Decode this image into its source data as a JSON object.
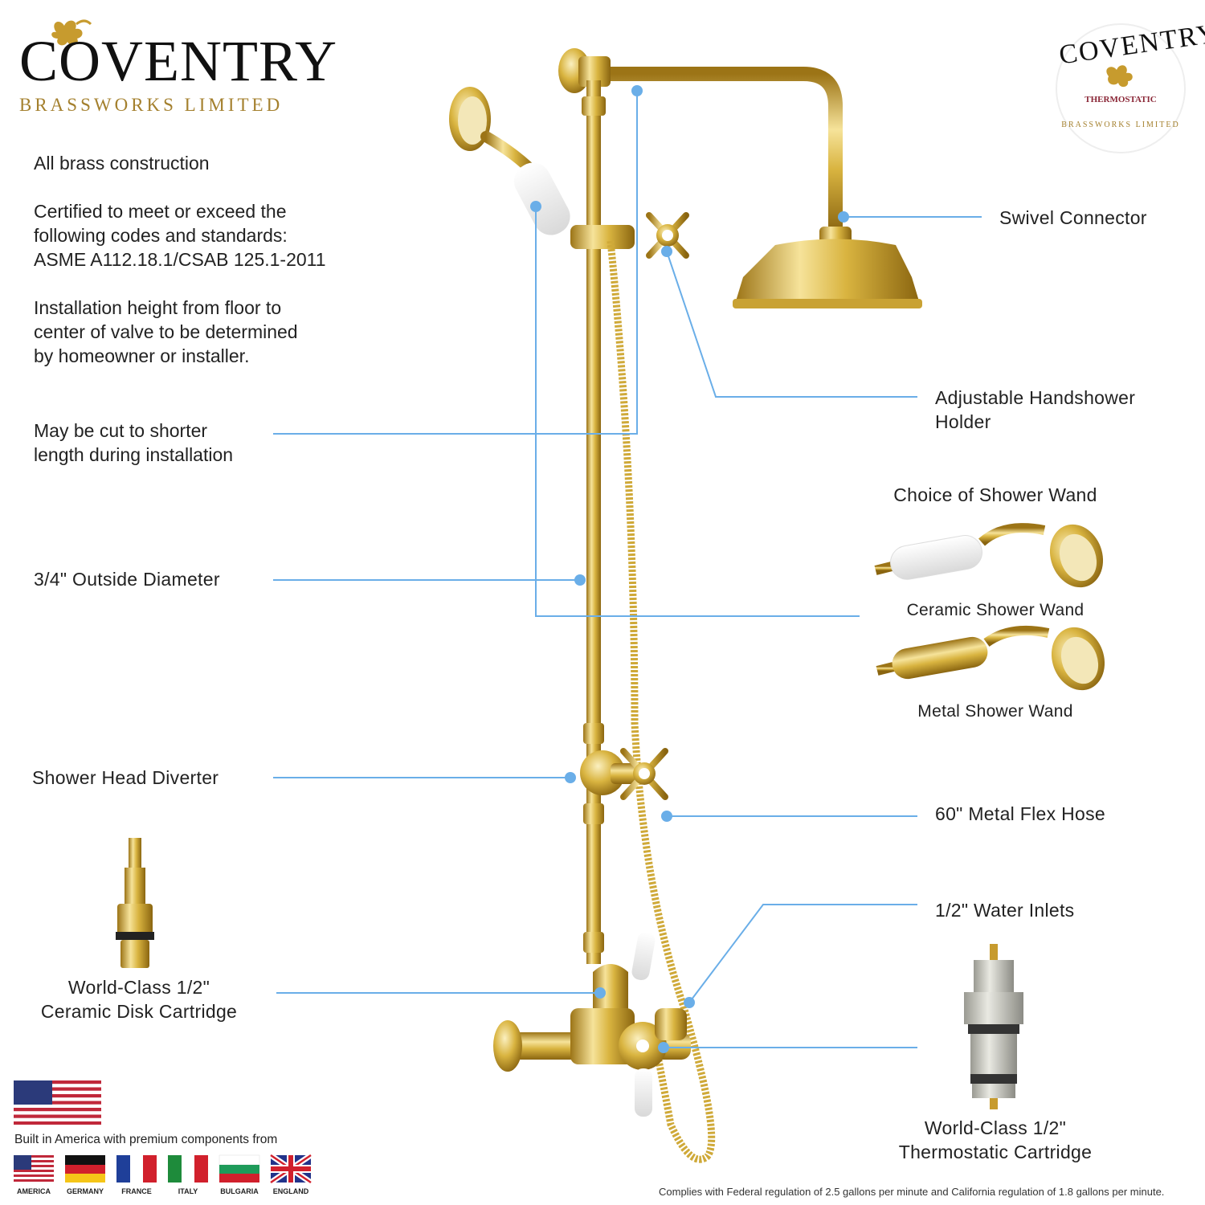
{
  "brand": {
    "name": "COVENTRY",
    "subtitle": "BRASSWORKS LIMITED",
    "badge_top": "COVENTRY",
    "badge_middle": "THERMOSTATIC",
    "badge_bottom": "BRASSWORKS LIMITED"
  },
  "notes": {
    "construction": "All brass construction",
    "certification": "Certified to meet or exceed the\nfollowing codes and standards:\nASME A112.18.1/CSAB 125.1-2011",
    "installation": "Installation height from floor to\ncenter of valve to be determined\nby homeowner or installer.",
    "cut": "May be cut to shorter\nlength during installation"
  },
  "callouts": {
    "swivel_connector": "Swivel Connector",
    "handshower_holder": "Adjustable Handshower\nHolder",
    "outside_diameter": "3/4\" Outside Diameter",
    "diverter": "Shower Head Diverter",
    "flex_hose": "60\" Metal Flex Hose",
    "water_inlets": "1/2\" Water Inlets",
    "ceramic_cartridge": "World-Class 1/2\"\nCeramic Disk Cartridge",
    "thermostatic_cartridge": "World-Class 1/2\"\nThermostatic Cartridge"
  },
  "wands": {
    "heading": "Choice of Shower Wand",
    "ceramic": "Ceramic Shower Wand",
    "metal": "Metal Shower Wand"
  },
  "origin": {
    "caption": "Built in America with premium components from",
    "countries": [
      "AMERICA",
      "GERMANY",
      "FRANCE",
      "ITALY",
      "BULGARIA",
      "ENGLAND"
    ]
  },
  "compliance": "Complies with Federal regulation of 2.5 gallons per minute and California regulation of 1.8 gallons per minute.",
  "colors": {
    "callout_line": "#6aaee8",
    "brass": "#d8b44a",
    "brand_gold": "#a4802e"
  }
}
